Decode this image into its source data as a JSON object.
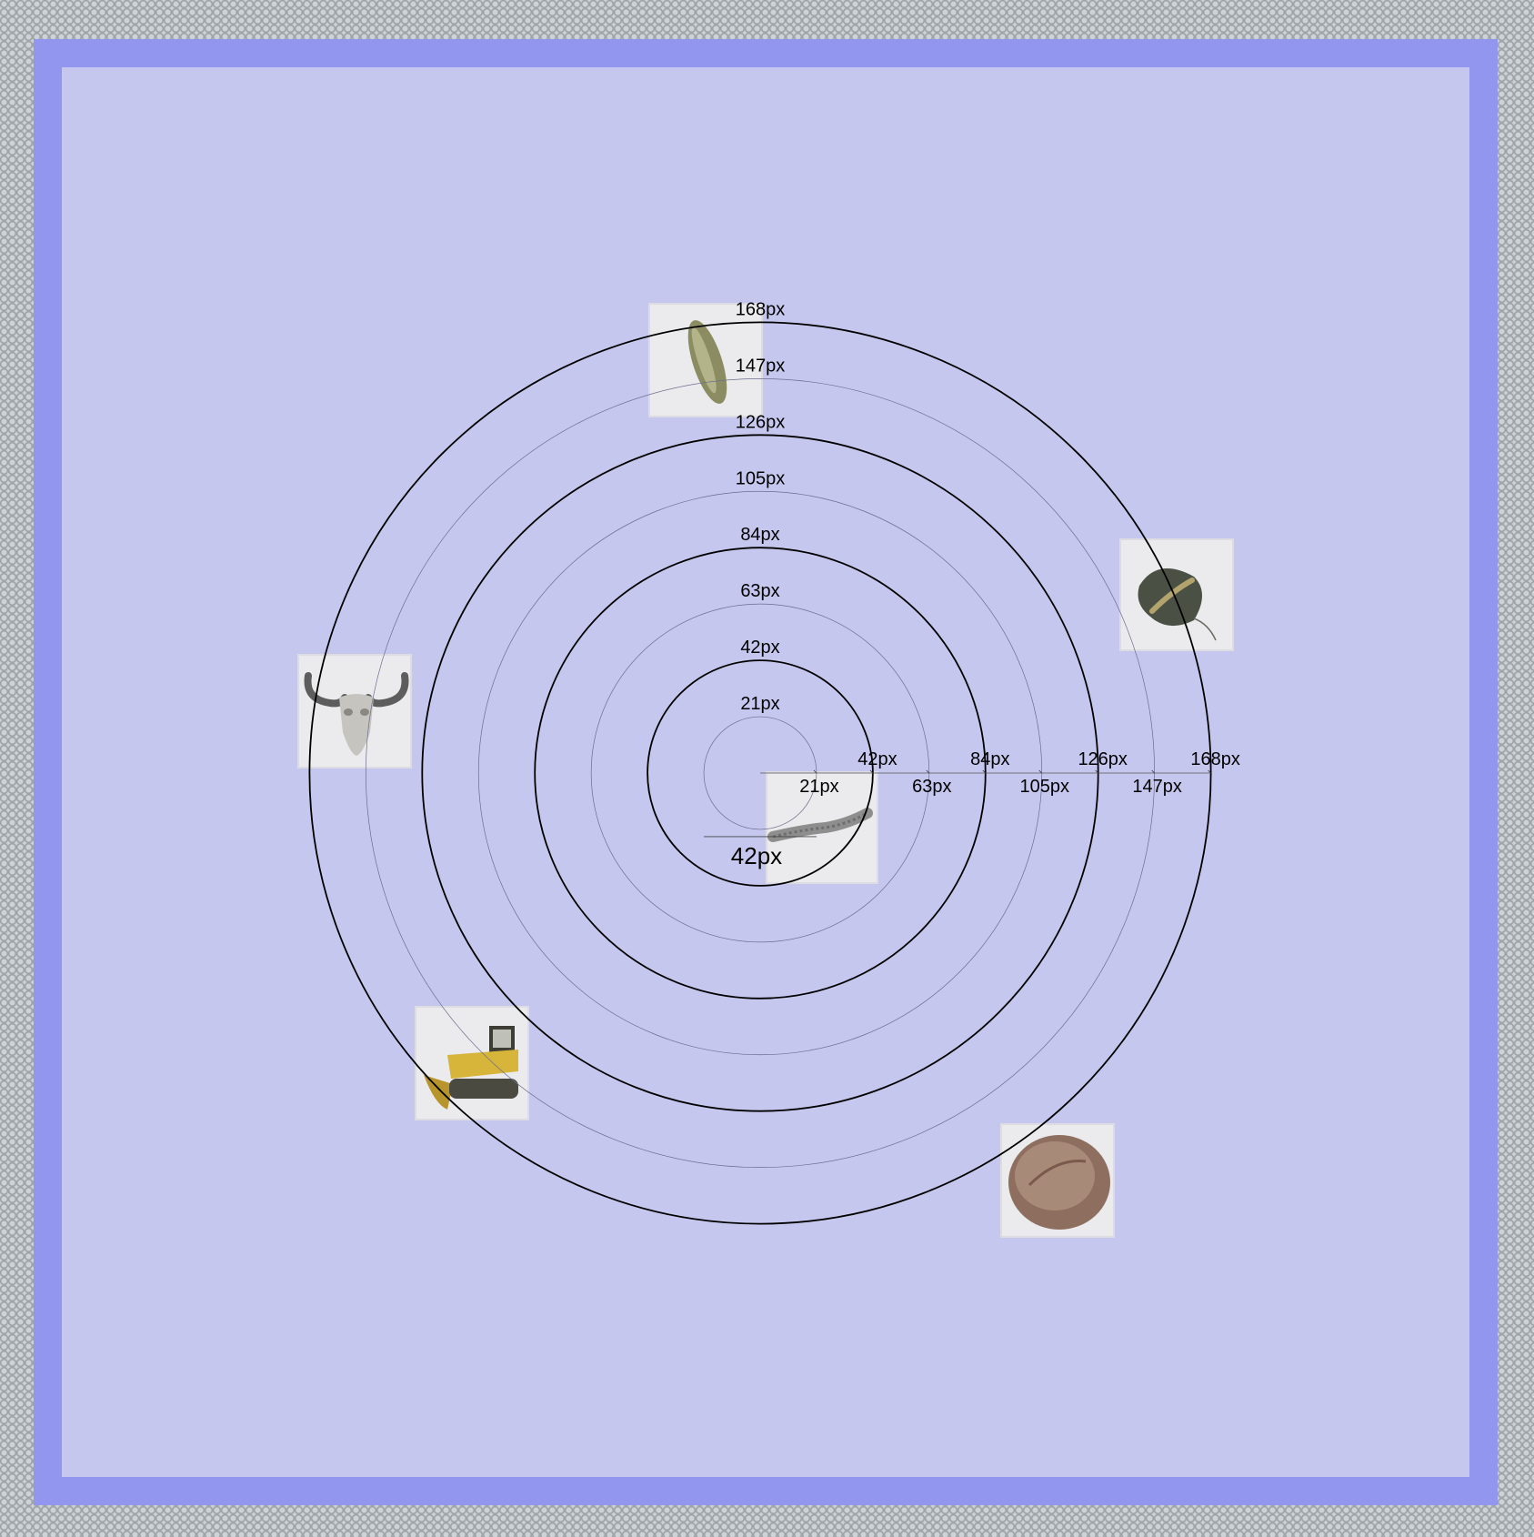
{
  "diagram": {
    "rings": [
      {
        "radius": "21px",
        "label": "21px",
        "bold": false
      },
      {
        "radius": "42px",
        "label": "42px",
        "bold": true
      },
      {
        "radius": "63px",
        "label": "63px",
        "bold": false
      },
      {
        "radius": "84px",
        "label": "84px",
        "bold": true
      },
      {
        "radius": "105px",
        "label": "105px",
        "bold": false
      },
      {
        "radius": "126px",
        "label": "126px",
        "bold": true
      },
      {
        "radius": "147px",
        "label": "147px",
        "bold": false
      },
      {
        "radius": "168px",
        "label": "168px",
        "bold": true
      }
    ],
    "center_size_label": "42px",
    "colors": {
      "outer_border": "#cdd2d6",
      "frame": "#9396ee",
      "canvas": "#c6c7ee",
      "ring": "#000000",
      "thumb_bg": "#ebebed"
    },
    "images": [
      {
        "name": "caterpillar-image",
        "icon": "caterpillar"
      },
      {
        "name": "cucumber-image",
        "icon": "cucumber"
      },
      {
        "name": "leaf-image",
        "icon": "leaf"
      },
      {
        "name": "ox-skull-image",
        "icon": "ox-skull"
      },
      {
        "name": "bulldozer-image",
        "icon": "bulldozer"
      },
      {
        "name": "bread-loaf-image",
        "icon": "bread-loaf"
      }
    ]
  }
}
